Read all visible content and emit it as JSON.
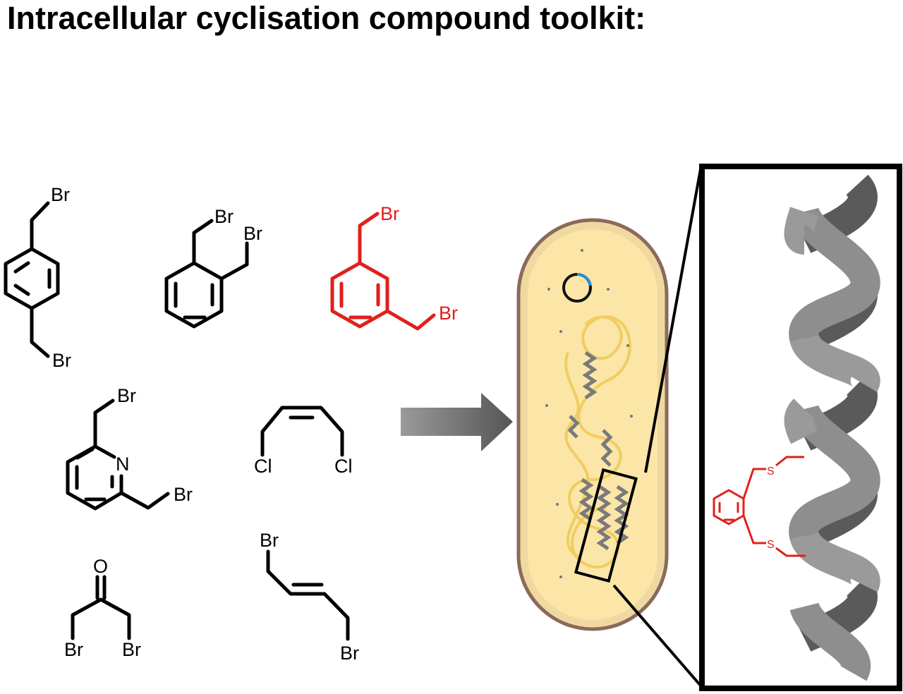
{
  "title": "Intracellular cyclisation compound toolkit:",
  "atoms": {
    "br": "Br",
    "cl": "Cl",
    "n": "N",
    "o": "O",
    "s": "S"
  },
  "colors": {
    "highlight": "#e0201c",
    "cell_fill": "#fbe3a0",
    "helix": "#8e8e8e"
  }
}
